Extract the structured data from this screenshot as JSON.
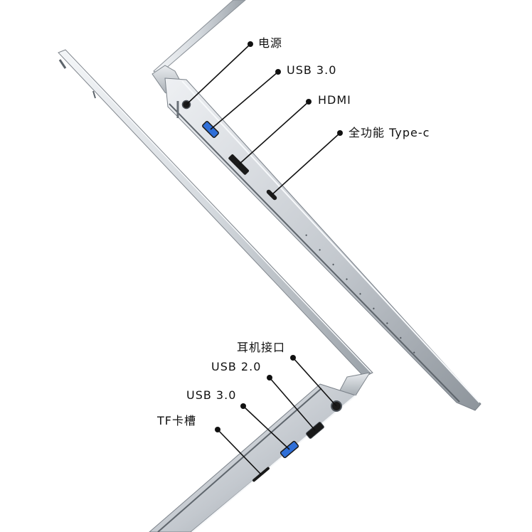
{
  "colors": {
    "background": "#ffffff",
    "label_text": "#111111",
    "leader_line": "#111111",
    "usb3_blue": "#2f6fd8",
    "chassis_light": "#e6e9ed",
    "chassis_mid": "#b9bfc6",
    "chassis_dark": "#6f767e",
    "port_black": "#1a1a1a"
  },
  "upper_laptop_ports": [
    {
      "id": "power",
      "label": "电源",
      "icon": "round-power-jack-icon"
    },
    {
      "id": "usb3",
      "label": "USB 3.0",
      "icon": "usb-3-port-icon"
    },
    {
      "id": "hdmi",
      "label": "HDMI",
      "icon": "hdmi-port-icon"
    },
    {
      "id": "typec",
      "label": "全功能 Type-c",
      "icon": "usb-c-port-icon"
    }
  ],
  "lower_laptop_ports": [
    {
      "id": "headphone",
      "label": "耳机接口",
      "icon": "headphone-jack-icon"
    },
    {
      "id": "usb2",
      "label": "USB 2.0",
      "icon": "usb-2-port-icon"
    },
    {
      "id": "usb3",
      "label": "USB 3.0",
      "icon": "usb-3-port-icon"
    },
    {
      "id": "tf",
      "label": "TF卡槽",
      "icon": "tf-card-slot-icon"
    }
  ]
}
